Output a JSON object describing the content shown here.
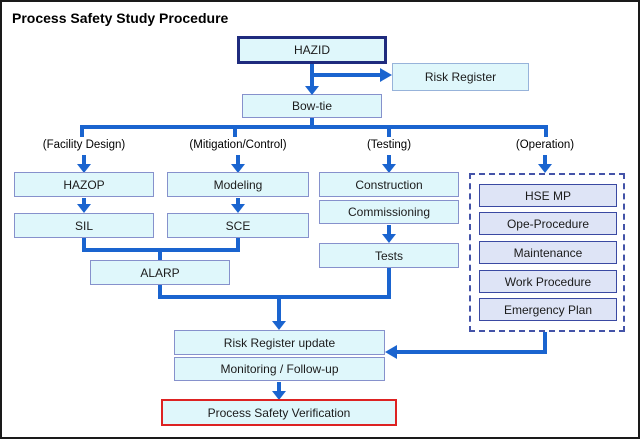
{
  "title": "Process Safety Study Procedure",
  "colors": {
    "connector_blue": "#1a64cf",
    "process_box_fill": "#dff7fb",
    "process_box_border": "#8691cc",
    "hazid_border": "#1f2b7e",
    "risk_register_border": "#97b3da",
    "operation_box_fill": "#dee4f6",
    "operation_box_border": "#3a49a2",
    "operation_group_border": "#4453a8",
    "verification_border": "#dd2222",
    "frame_border": "#1a1a1a"
  },
  "nodes": {
    "hazid": "HAZID",
    "risk_register": "Risk Register",
    "bowtie": "Bow-tie",
    "hazop": "HAZOP",
    "sil": "SIL",
    "modeling": "Modeling",
    "sce": "SCE",
    "alarp": "ALARP",
    "construction": "Construction",
    "commissioning": "Commissioning",
    "tests": "Tests",
    "risk_register_update": "Risk Register update",
    "monitoring": "Monitoring / Follow-up",
    "verification": "Process Safety Verification"
  },
  "columns": [
    {
      "label": "(Facility Design)"
    },
    {
      "label": "(Mitigation/Control)"
    },
    {
      "label": "(Testing)"
    },
    {
      "label": "(Operation)"
    }
  ],
  "operation": {
    "items": [
      "HSE MP",
      "Ope-Procedure",
      "Maintenance",
      "Work Procedure",
      "Emergency Plan"
    ]
  }
}
